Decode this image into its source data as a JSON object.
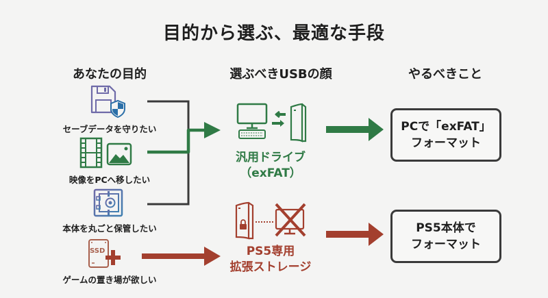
{
  "title": "目的から選ぶ、最適な手段",
  "columns": {
    "purpose": "あなたの目的",
    "usb_face": "選ぶべきUSBの顔",
    "todo": "やるべきこと"
  },
  "purposes": [
    {
      "label": "セーブデータを守りたい",
      "icon": "floppy-shield-icon"
    },
    {
      "label": "映像をPCへ移したい",
      "icon": "film-image-icon"
    },
    {
      "label": "本体を丸ごと保管したい",
      "icon": "safe-icon"
    },
    {
      "label": "ゲームの置き場が欲しい",
      "icon": "ssd-plus-icon",
      "icon_text": "SSD"
    }
  ],
  "usb_options": [
    {
      "line1": "汎用ドライブ",
      "line2": "（exFAT）",
      "icon": "pc-ps5-transfer-icon"
    },
    {
      "line1": "PS5専用",
      "line2": "拡張ストレージ",
      "icon": "ps5-locked-no-pc-icon"
    }
  ],
  "actions": [
    {
      "line1": "PCで「exFAT」",
      "line2": "フォーマット"
    },
    {
      "line1": "PS5本体で",
      "line2": "フォーマット"
    }
  ],
  "colors": {
    "green": "#2f7a45",
    "red": "#a33f2e",
    "dark": "#3a3a3a",
    "purple_icon": "#6e6aa8",
    "shield_blue": "#2a6fa8",
    "background": "#f4f4f3"
  }
}
